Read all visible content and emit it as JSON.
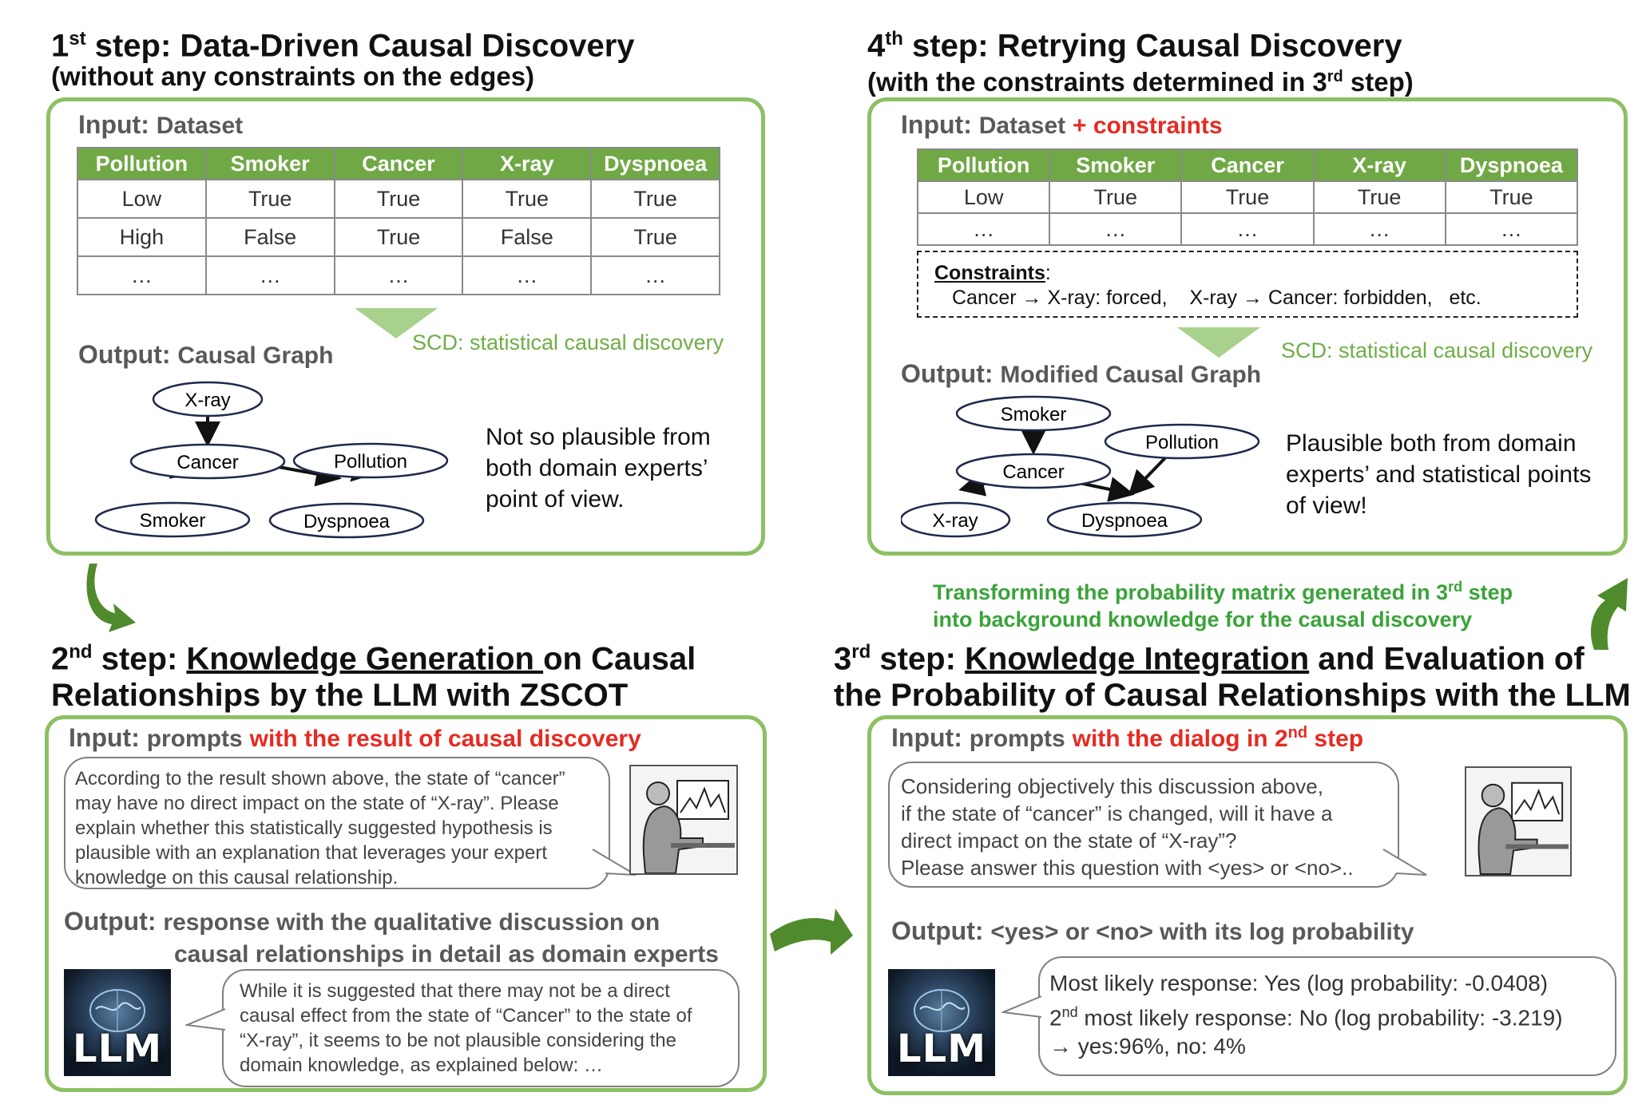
{
  "step1": {
    "title_pre": "1",
    "title_sup": "st",
    "title_rest": " step: Data-Driven Causal Discovery",
    "subtitle": "(without any constraints on the edges)",
    "input_label": "Input:",
    "input_value": "Dataset",
    "columns": [
      "Pollution",
      "Smoker",
      "Cancer",
      "X-ray",
      "Dyspnoea"
    ],
    "rows": [
      [
        "Low",
        "True",
        "True",
        "True",
        "True"
      ],
      [
        "High",
        "False",
        "True",
        "False",
        "True"
      ],
      [
        "…",
        "…",
        "…",
        "…",
        "…"
      ]
    ],
    "scd_label": "SCD: statistical causal discovery",
    "output_label": "Output:",
    "output_value": "Causal Graph",
    "nodes": {
      "xray": "X-ray",
      "cancer": "Cancer",
      "pollution": "Pollution",
      "smoker": "Smoker",
      "dyspnoea": "Dyspnoea"
    },
    "note": "Not so plausible from both domain experts’ point of view."
  },
  "step4": {
    "title_pre": "4",
    "title_sup": "th",
    "title_rest": " step: Retrying Causal Discovery",
    "subtitle_pre": "(with the constraints determined in 3",
    "subtitle_sup": "rd",
    "subtitle_post": " step)",
    "input_label": "Input:",
    "input_value": "Dataset",
    "input_red": "+ constraints",
    "columns": [
      "Pollution",
      "Smoker",
      "Cancer",
      "X-ray",
      "Dyspnoea"
    ],
    "rows": [
      [
        "Low",
        "True",
        "True",
        "True",
        "True"
      ],
      [
        "…",
        "…",
        "…",
        "…",
        "…"
      ]
    ],
    "constraints_title": "Constraints",
    "constraints_text": "Cancer → X-ray: forced,    X-ray → Cancer: forbidden,   etc.",
    "scd_label": "SCD: statistical causal discovery",
    "output_label": "Output:",
    "output_value": "Modified Causal Graph",
    "nodes": {
      "smoker": "Smoker",
      "pollution": "Pollution",
      "cancer": "Cancer",
      "xray": "X-ray",
      "dyspnoea": "Dyspnoea"
    },
    "note": "Plausible both from domain experts’ and  statistical points of view!"
  },
  "transform_caption": {
    "line1_pre": "Transforming the probability matrix generated in 3",
    "line1_sup": "rd",
    "line1_post": " step",
    "line2": "into background knowledge for the causal discovery"
  },
  "step2": {
    "title_pre": "2",
    "title_sup": "nd",
    "title_mid": " step: ",
    "title_u": "Knowledge Generation ",
    "title_rest": "on Causal",
    "title_line2": "Relationships by the LLM with ZSCOT",
    "input_label": "Input:",
    "input_value": "prompts",
    "input_red": "with the result of causal discovery",
    "prompt": [
      "According to the result shown above, the state of “cancer”",
      "may have no direct impact on the state of “X-ray”. Please",
      "explain whether this statistically suggested hypothesis is",
      "plausible with an explanation that leverages your expert",
      "knowledge on this causal relationship."
    ],
    "output_label": "Output:",
    "output_line1": "response with the qualitative discussion on",
    "output_line2": "causal relationships in detail as domain experts",
    "response": [
      "While it is suggested that there may not be a direct",
      "causal effect from the state of “Cancer” to the state of",
      "“X-ray”, it seems to be not plausible considering the",
      "domain knowledge, as explained below: …"
    ],
    "llm_label": "LLM"
  },
  "step3": {
    "title_pre": "3",
    "title_sup": "rd",
    "title_mid": " step: ",
    "title_u": "Knowledge Integration",
    "title_rest": " and  Evaluation of",
    "title_line2": "the Probability of Causal Relationships with the LLM",
    "input_label": "Input:",
    "input_value": "prompts",
    "input_red_pre": "with the dialog in 2",
    "input_red_sup": "nd",
    "input_red_post": " step",
    "prompt": [
      "Considering objectively this discussion above,",
      "if the state of “cancer” is changed, will it have a",
      "direct impact on the state of “X-ray”?",
      "Please answer this question with <yes> or <no>.."
    ],
    "output_label": "Output:",
    "output_value": "<yes> or <no> with its log probability",
    "resp_line1": "Most likely response: Yes (log probability: -0.0408)",
    "resp_line2_pre": "2",
    "resp_line2_sup": "nd",
    "resp_line2_post": " most likely response: No (log probability: -3.219)",
    "resp_line3": "→ yes:96%, no: 4%",
    "llm_label": "LLM"
  },
  "colors": {
    "panel_border": "#8dc063",
    "table_header": "#70a845",
    "scd_green": "#70ad47",
    "red": "#e52b22",
    "arrow_green": "#4f8a2c"
  }
}
